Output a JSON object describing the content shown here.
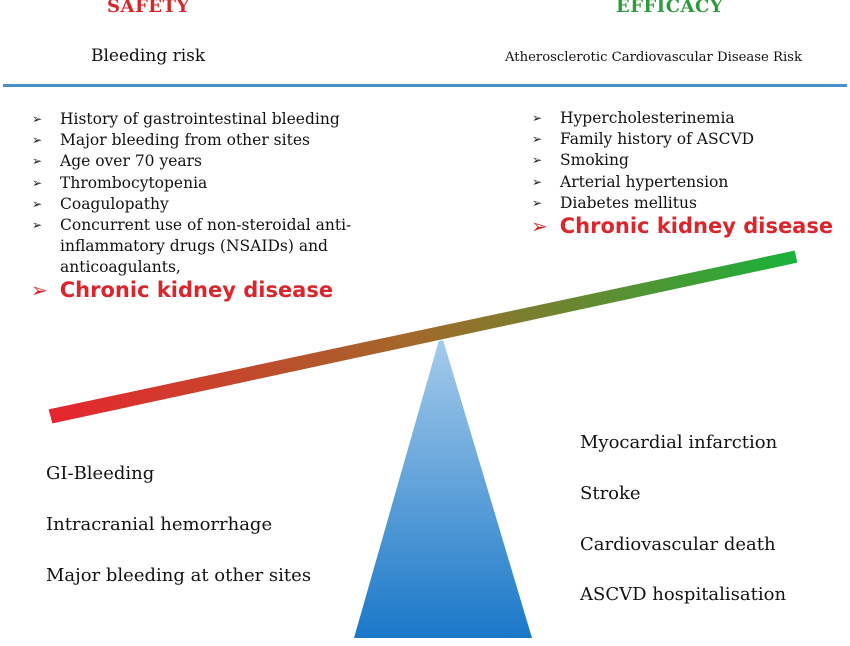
{
  "safety": {
    "heading": "SAFETY",
    "subheading": "Bleeding risk",
    "factors": [
      "History of gastrointestinal bleeding",
      "Major bleeding from other sites",
      "Age over 70 years",
      "Thrombocytopenia",
      "Coagulopathy",
      "Concurrent use of non-steroidal anti-inflammatory drugs (NSAIDs) and anticoagulants,"
    ],
    "highlight": "Chronic kidney disease",
    "outcomes": [
      "GI-Bleeding",
      "Intracranial hemorrhage",
      "Major bleeding at other sites"
    ]
  },
  "efficacy": {
    "heading": "EFFICACY",
    "subheading": "Atherosclerotic Cardiovascular Disease Risk",
    "factors": [
      "Hypercholesterinemia",
      "Family history of ASCVD",
      "Smoking",
      "Arterial hypertension",
      "Diabetes mellitus"
    ],
    "highlight": "Chronic kidney disease",
    "outcomes": [
      "Myocardial infarction",
      "Stroke",
      "Cardiovascular death",
      "ASCVD hospitalisation"
    ]
  },
  "bullet_glyph": "➢",
  "colors": {
    "safety": "#d9262c",
    "efficacy": "#2e9a3c",
    "rule": "#4a90c8",
    "beam_left": "#e8242e",
    "beam_right": "#18b23a",
    "fulcrum_top": "#a8cdec",
    "fulcrum_bottom": "#1a78c8"
  }
}
